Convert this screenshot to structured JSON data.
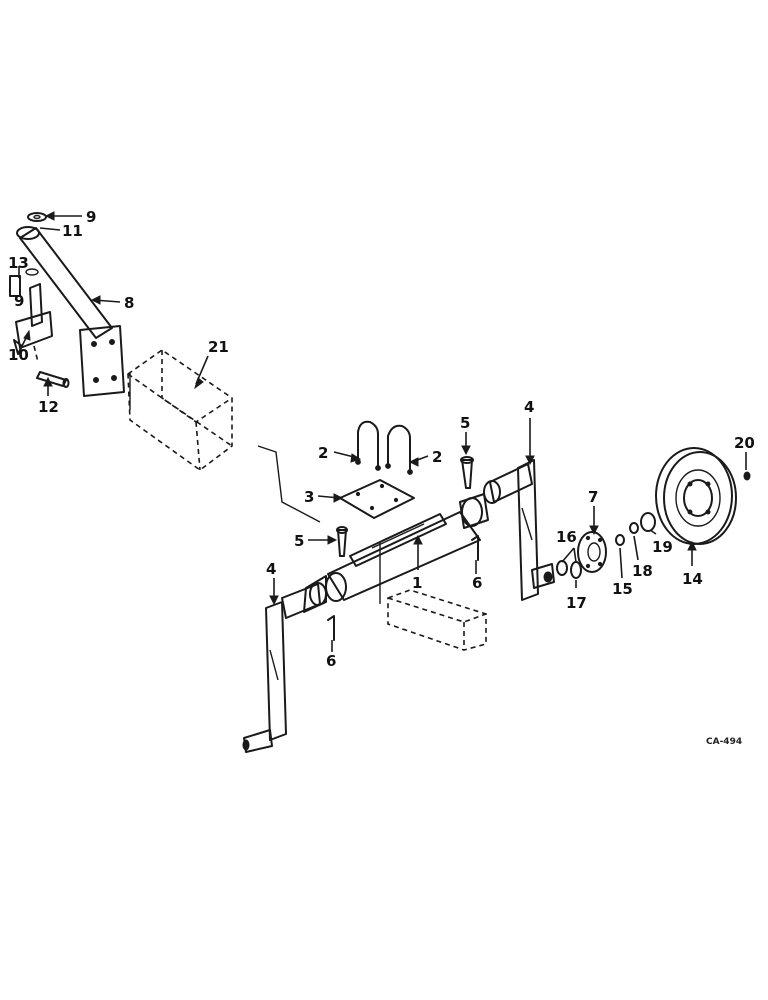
{
  "callouts": {
    "c1": "1",
    "c2a": "2",
    "c2b": "2",
    "c3": "3",
    "c4a": "4",
    "c4b": "4",
    "c5a": "5",
    "c5b": "5",
    "c6a": "6",
    "c6b": "6",
    "c7": "7",
    "c8": "8",
    "c9a": "9",
    "c9b": "9",
    "c10": "10",
    "c11": "11",
    "c12": "12",
    "c13": "13",
    "c14": "14",
    "c15": "15",
    "c16": "16",
    "c17": "17",
    "c18": "18",
    "c19": "19",
    "c20": "20",
    "c21": "21"
  },
  "drawing_code": "CA-494"
}
